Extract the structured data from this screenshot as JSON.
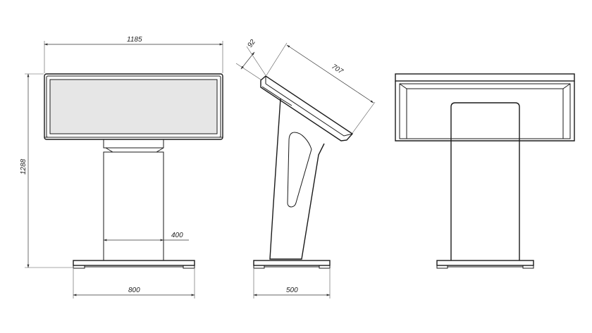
{
  "drawing": {
    "dimensions": {
      "front_width": "1185",
      "overall_height": "1288",
      "column_width": "400",
      "base_width_front": "800",
      "panel_thickness": "92",
      "panel_depth": "707",
      "base_depth_side": "500"
    },
    "colors": {
      "line": "#1a1a1a",
      "screen_fill": "#e6e6e6",
      "background": "#ffffff"
    }
  }
}
